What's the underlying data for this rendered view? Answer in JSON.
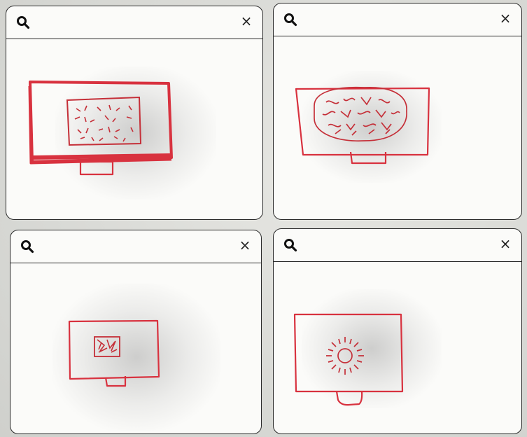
{
  "panels": [
    {
      "id": "top-left",
      "search_icon": "search-icon",
      "close_label": "×"
    },
    {
      "id": "top-right",
      "search_icon": "search-icon",
      "close_label": "×"
    },
    {
      "id": "bottom-left",
      "search_icon": "search-icon",
      "close_label": "×"
    },
    {
      "id": "bottom-right",
      "search_icon": "search-icon",
      "close_label": "×"
    }
  ],
  "colors": {
    "ink": "#2a2a2a",
    "sketch_red": "#d8323f",
    "paper": "#fbfbf9"
  }
}
